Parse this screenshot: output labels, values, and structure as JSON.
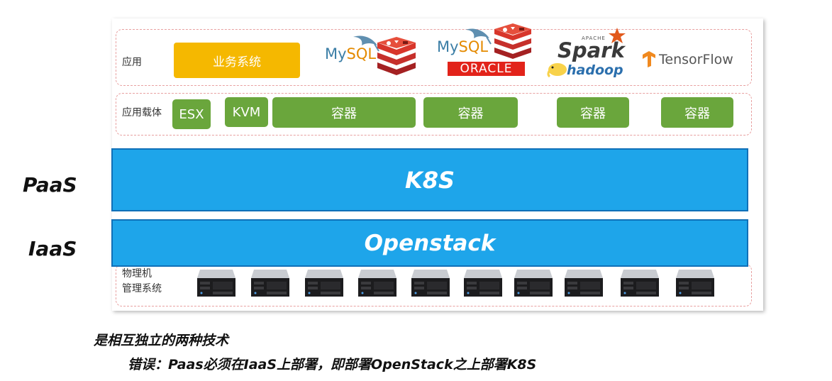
{
  "diagram": {
    "rows": {
      "application": {
        "label": "应用",
        "business_system": "业务系统",
        "logos": [
          {
            "name": "mysql",
            "text_my": "My",
            "text_sql": "SQL"
          },
          {
            "name": "mysql-2",
            "text_my": "My",
            "text_sql": "SQL"
          },
          {
            "name": "oracle",
            "text": "ORACLE"
          },
          {
            "name": "spark",
            "small": "APACHE",
            "text": "Spark"
          },
          {
            "name": "hadoop",
            "text": "hadoop"
          },
          {
            "name": "tensorflow",
            "text": "TensorFlow"
          }
        ]
      },
      "carrier": {
        "label": "应用载体",
        "items": [
          "ESX",
          "KVM",
          "容器",
          "容器",
          "容器",
          "容器"
        ]
      },
      "k8s": "K8S",
      "openstack": "Openstack",
      "physical": {
        "label_line1": "物理机",
        "label_line2": "管理系统",
        "server_count": 10
      }
    },
    "side_labels": {
      "paas": "PaaS",
      "iaas": "IaaS"
    }
  },
  "caption": {
    "line1": "是相互独立的两种技术",
    "line2": "错误：Paas必须在IaaS上部署，即部署OpenStack之上部署K8S"
  },
  "colors": {
    "business": "#f5b800",
    "carrier_green": "#6aa63c",
    "band_blue": "#1ea5ea",
    "band_border": "#1070b8",
    "redis_red": "#d8362b",
    "oracle_red": "#e2231a",
    "spark_orange": "#e25a1c",
    "hadoop_yellow": "#f8d24a",
    "tensorflow_orange": "#f0891f",
    "dashed_border": "#e8a0a0"
  }
}
